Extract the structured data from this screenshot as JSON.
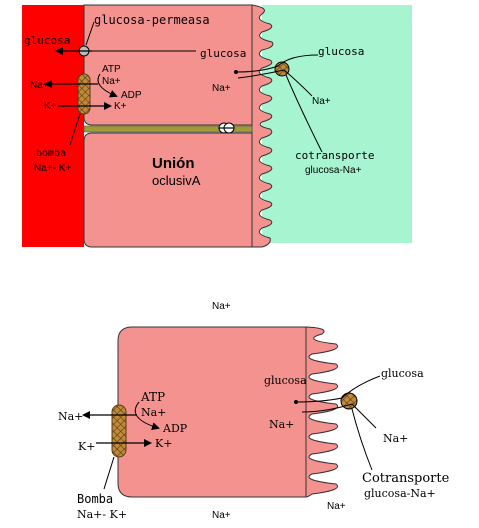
{
  "colors": {
    "blood_red": "#ff0000",
    "cell_pink": "#f4928f",
    "lumen_green": "#a6f5d0",
    "pump_brown": "#c08a3a",
    "junction_olive": "#a09a38"
  },
  "top": {
    "glucose_permease": "glucosa-permeasa",
    "glucose_left": "glucosa",
    "glucose_cell": "glucosa",
    "glucose_lumen": "glucosa",
    "na_cell": "Na+",
    "na_lumen": "Na+",
    "atp": "ATP",
    "na_in": "Na+",
    "adp": "ADP",
    "k_in": "K+",
    "na_out": "Na+",
    "k_out": "K+",
    "pump_label_1": "bomba",
    "pump_label_2": "Na+- K+",
    "tight_junction_1": "Unión",
    "tight_junction_2": "oclusivA",
    "cotransport_1": "cotransporte",
    "cotransport_2": "glucosa-Na+"
  },
  "bottom": {
    "na_top": "Na+",
    "atp": "ATP",
    "na_in": "Na+",
    "adp": "ADP",
    "k_in": "K+",
    "na_out": "Na+",
    "k_out": "K+",
    "glucose_cell": "glucosa",
    "glucose_lumen": "glucosa",
    "na_cell": "Na+",
    "na_lumen": "Na+",
    "cotransport_1": "Cotransporte",
    "cotransport_2": "glucosa-Na+",
    "pump_label_1": "Bomba",
    "pump_label_2": "Na+- K+",
    "na_bottom_1": "Na+",
    "na_bottom_2": "Na+"
  }
}
